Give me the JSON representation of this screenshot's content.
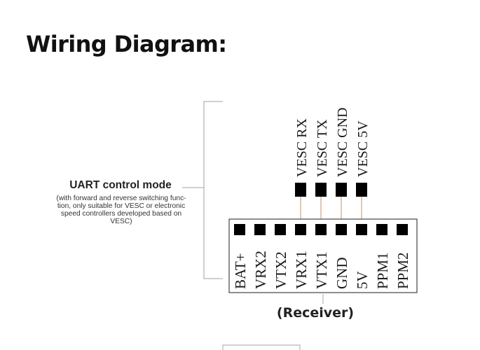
{
  "page": {
    "title": "Wiring Diagram:"
  },
  "uart": {
    "title": "UART control mode",
    "description_lines": [
      "(with forward and reverse switching func-",
      "tion, only suitable for VESC or electronic",
      "speed controllers developed based on",
      "VESC)"
    ]
  },
  "vesc_pins": [
    "VESC RX",
    "VESC TX",
    "VESC GND",
    "VESC 5V"
  ],
  "receiver": {
    "label": "(Receiver)",
    "pins": [
      "BAT+",
      "VRX2",
      "VTX2",
      "VRX1",
      "VTX1",
      "GND",
      "5V",
      "PPM1",
      "PPM2"
    ]
  },
  "connections": [
    {
      "from": "VESC RX",
      "to": "VRX1"
    },
    {
      "from": "VESC TX",
      "to": "VTX1"
    },
    {
      "from": "VESC GND",
      "to": "GND"
    },
    {
      "from": "VESC 5V",
      "to": "5V"
    }
  ],
  "colors": {
    "wire": "#d6a98a",
    "bracket": "#b5b5b5",
    "pin": "#000000",
    "header_border": "#444444"
  }
}
